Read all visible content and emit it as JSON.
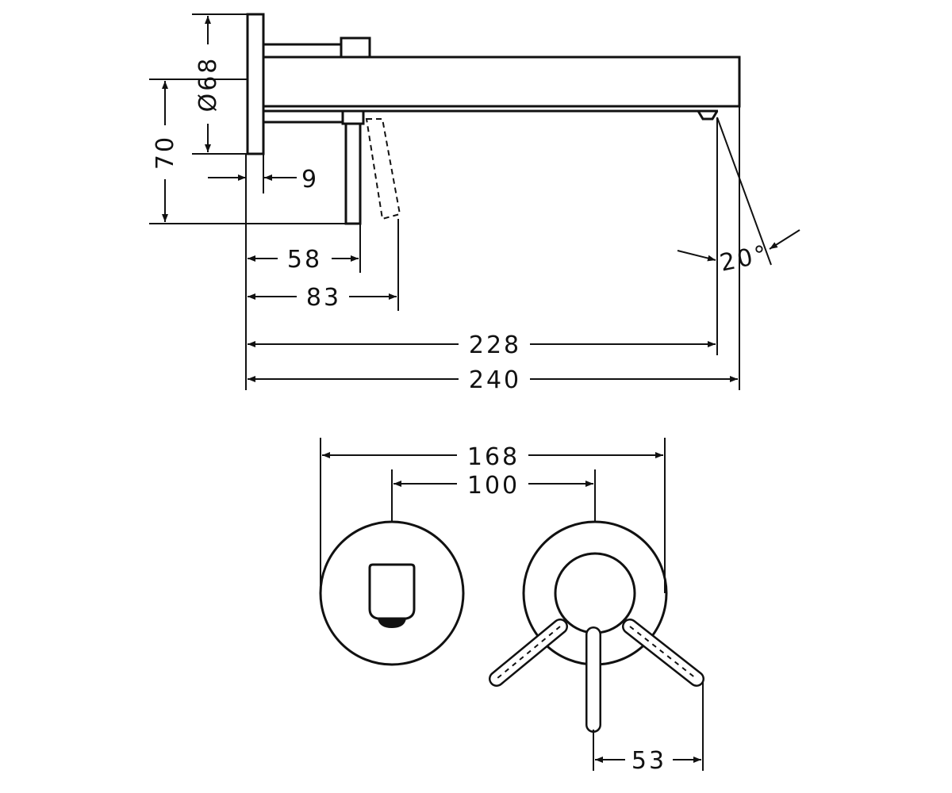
{
  "dimensions": {
    "wall_plate_diameter": "Ø68",
    "height_70": "70",
    "plate_thickness": "9",
    "handle_offset_58": "58",
    "handle_offset_83": "83",
    "spout_228": "228",
    "spout_240": "240",
    "angle": "20°",
    "width_168": "168",
    "width_100": "100",
    "lever_53": "53"
  }
}
